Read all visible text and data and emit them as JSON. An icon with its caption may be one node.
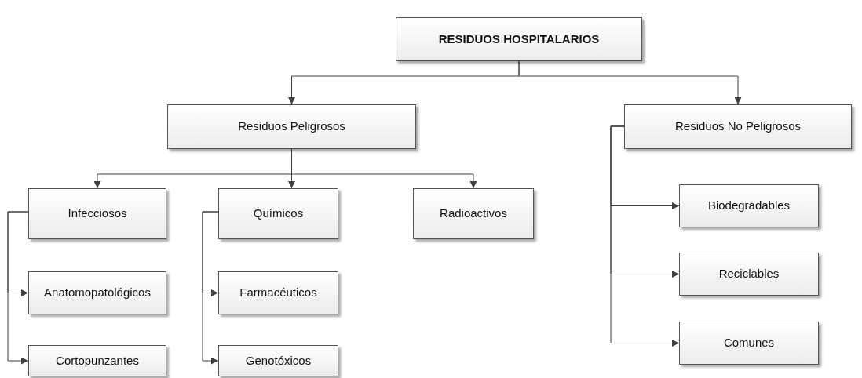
{
  "diagram": {
    "nodes": [
      {
        "text": [
          "RESIDUOS HOSPITALARIOS"
        ]
      },
      {
        "text": [
          "Residuos Peligrosos"
        ]
      },
      {
        "text": [
          "Residuos No Peligrosos"
        ]
      },
      {
        "text": [
          "Infecciosos"
        ]
      },
      {
        "text": [
          "Químicos"
        ]
      },
      {
        "text": [
          "Radioactivos"
        ]
      },
      {
        "text": [
          "Anatomopatológicos"
        ]
      },
      {
        "text": [
          "Cortopunzantes"
        ]
      },
      {
        "text": [
          "Farmacéuticos"
        ]
      },
      {
        "text": [
          "Genotóxicos"
        ]
      },
      {
        "text": [
          "Biodegradables"
        ]
      },
      {
        "text": [
          "Reciclables"
        ]
      },
      {
        "text": [
          "Comunes"
        ]
      }
    ],
    "edges": [
      {
        "from": 0,
        "to": 1,
        "arrow": "to"
      },
      {
        "from": 0,
        "to": 2,
        "arrow": "to"
      },
      {
        "from": 1,
        "to": 3,
        "arrow": "to"
      },
      {
        "from": 1,
        "to": 4,
        "arrow": "to"
      },
      {
        "from": 1,
        "to": 5,
        "arrow": "to"
      },
      {
        "from": 3,
        "to": 6,
        "arrow": "to"
      },
      {
        "from": 3,
        "to": 7,
        "arrow": "to"
      },
      {
        "from": 4,
        "to": 8,
        "arrow": "to"
      },
      {
        "from": 4,
        "to": 9,
        "arrow": "to"
      },
      {
        "from": 2,
        "to": 10,
        "arrow": "to"
      },
      {
        "from": 2,
        "to": 11,
        "arrow": "to"
      },
      {
        "from": 2,
        "to": 12,
        "arrow": "to"
      }
    ]
  }
}
